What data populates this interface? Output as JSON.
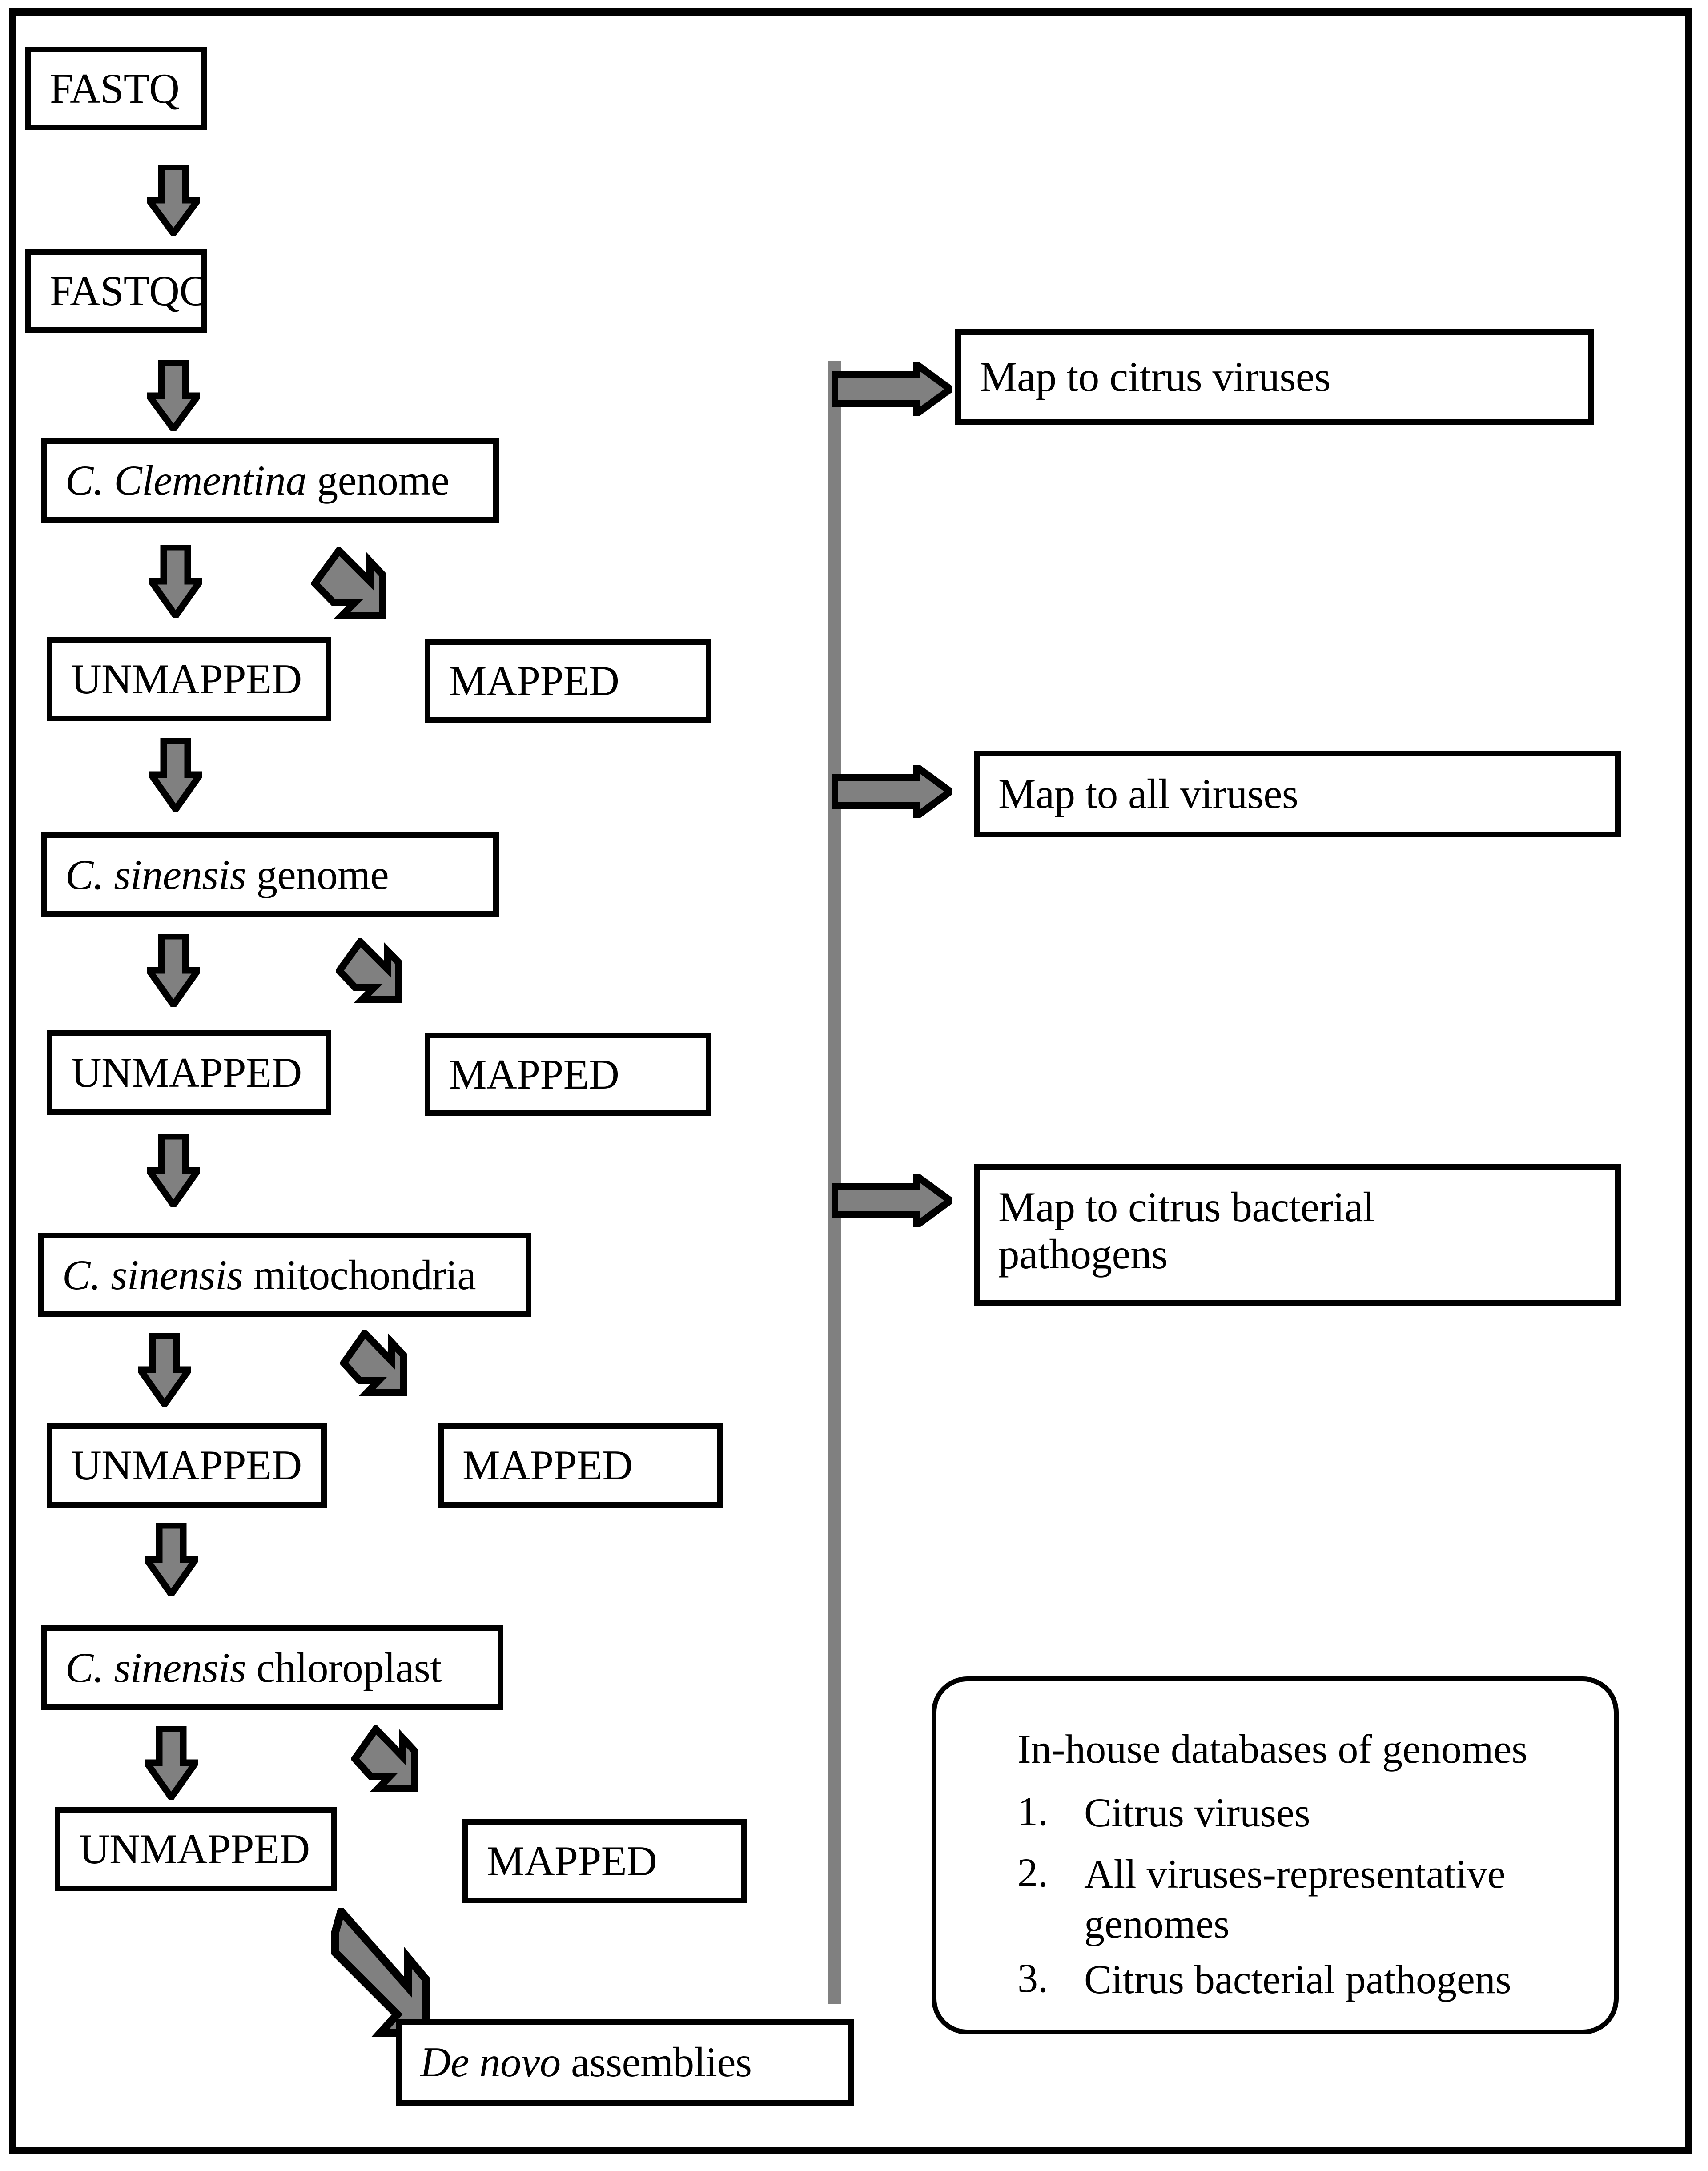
{
  "figure": {
    "type": "flowchart",
    "title": "Bioinformatics pipeline for citrus sequencing read filtering and pathogen detection"
  },
  "pipeline": {
    "fastq": "FASTQ",
    "fastqc": "FASTQC",
    "clementina_italic": "C. Clementina",
    "clementina_rest": " genome",
    "sinensis_italic": "C. sinensis",
    "sinensis_genome_rest": " genome",
    "sinensis_mito_rest": " mitochondria",
    "sinensis_chloro_rest": " chloroplast",
    "unmapped": "UNMAPPED",
    "mapped": "MAPPED",
    "denovo_italic": "De novo",
    "denovo_rest": " assemblies"
  },
  "mapping_targets": [
    {
      "label": "Map to citrus viruses"
    },
    {
      "label": "Map to all viruses"
    },
    {
      "label": "Map to citrus bacterial pathogens"
    }
  ],
  "databases": {
    "title": "In-house databases of genomes",
    "items": [
      {
        "num": "1.",
        "text": "Citrus viruses"
      },
      {
        "num": "2.",
        "text": "All viruses-representative genomes"
      },
      {
        "num": "3.",
        "text": "Citrus bacterial pathogens"
      }
    ]
  },
  "colors": {
    "arrow_fill": "#808080",
    "arrow_stroke": "#000000",
    "box_stroke": "#000000",
    "background": "#ffffff"
  }
}
